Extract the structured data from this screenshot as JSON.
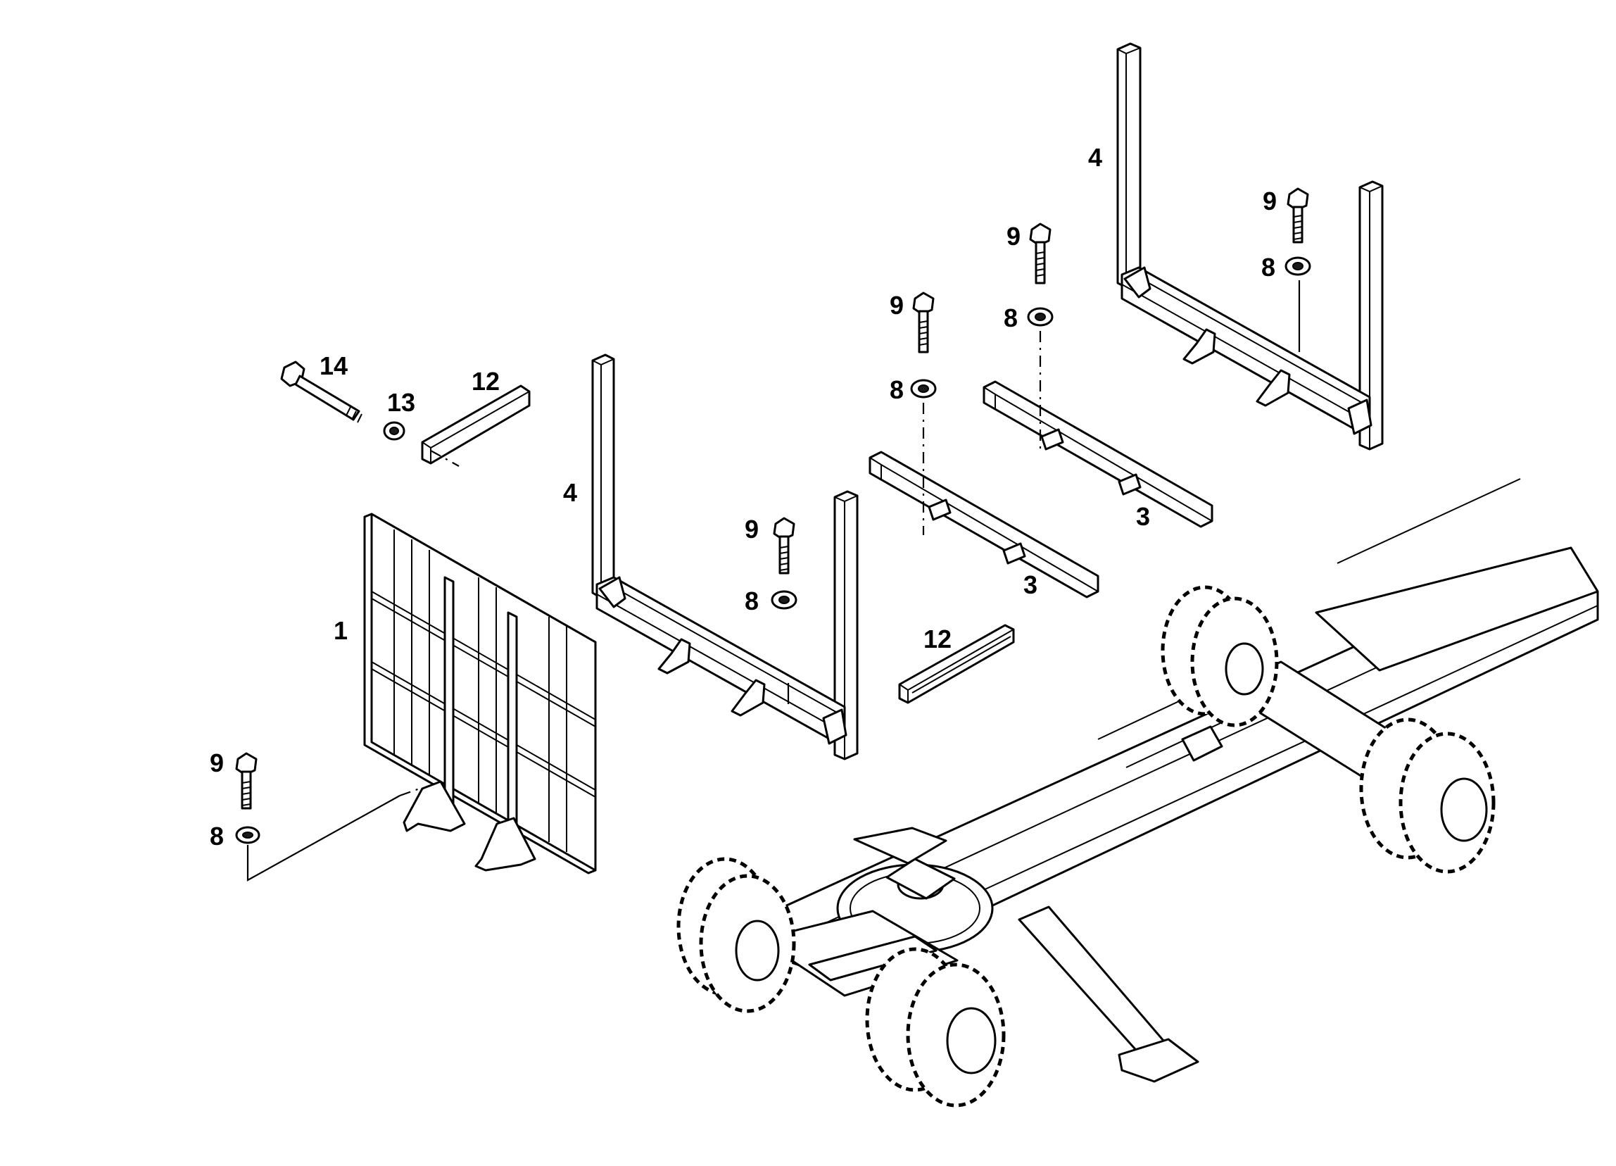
{
  "diagram": {
    "callouts": {
      "c_1": "1",
      "c_3_left": "3",
      "c_3_right": "3",
      "c_4_left": "4",
      "c_4_right": "4",
      "c_8_headboard": "8",
      "c_8_stake_left": "8",
      "c_8_bunk_left": "8",
      "c_8_bunk_right": "8",
      "c_8_stake_right": "8",
      "c_9_headboard": "9",
      "c_9_stake_left": "9",
      "c_9_bunk_left": "9",
      "c_9_bunk_right": "9",
      "c_9_stake_right": "9",
      "c_12_top": "12",
      "c_12_mid": "12",
      "c_13": "13",
      "c_14": "14"
    }
  }
}
